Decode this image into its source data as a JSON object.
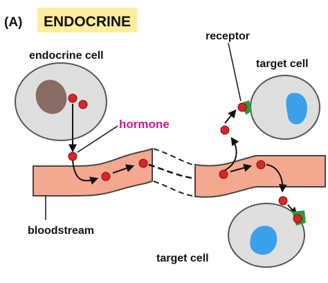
{
  "panel": {
    "label": "(A)",
    "title": "ENDOCRINE",
    "title_bg_color": "#fbeea0"
  },
  "labels": {
    "endocrine_cell": "endocrine cell",
    "hormone": "hormone",
    "receptor": "receptor",
    "target_cell_top": "target cell",
    "target_cell_bottom": "target cell",
    "bloodstream": "bloodstream"
  },
  "colors": {
    "hormone": "#d8262a",
    "hormone_label": "#d6158d",
    "blood_vessel": "#f4a890",
    "cell_fill": "#dedede",
    "nucleus_endocrine": "#8a6a64",
    "nucleus_target": "#3aa0e8",
    "receptor": "#2e9a3a"
  }
}
